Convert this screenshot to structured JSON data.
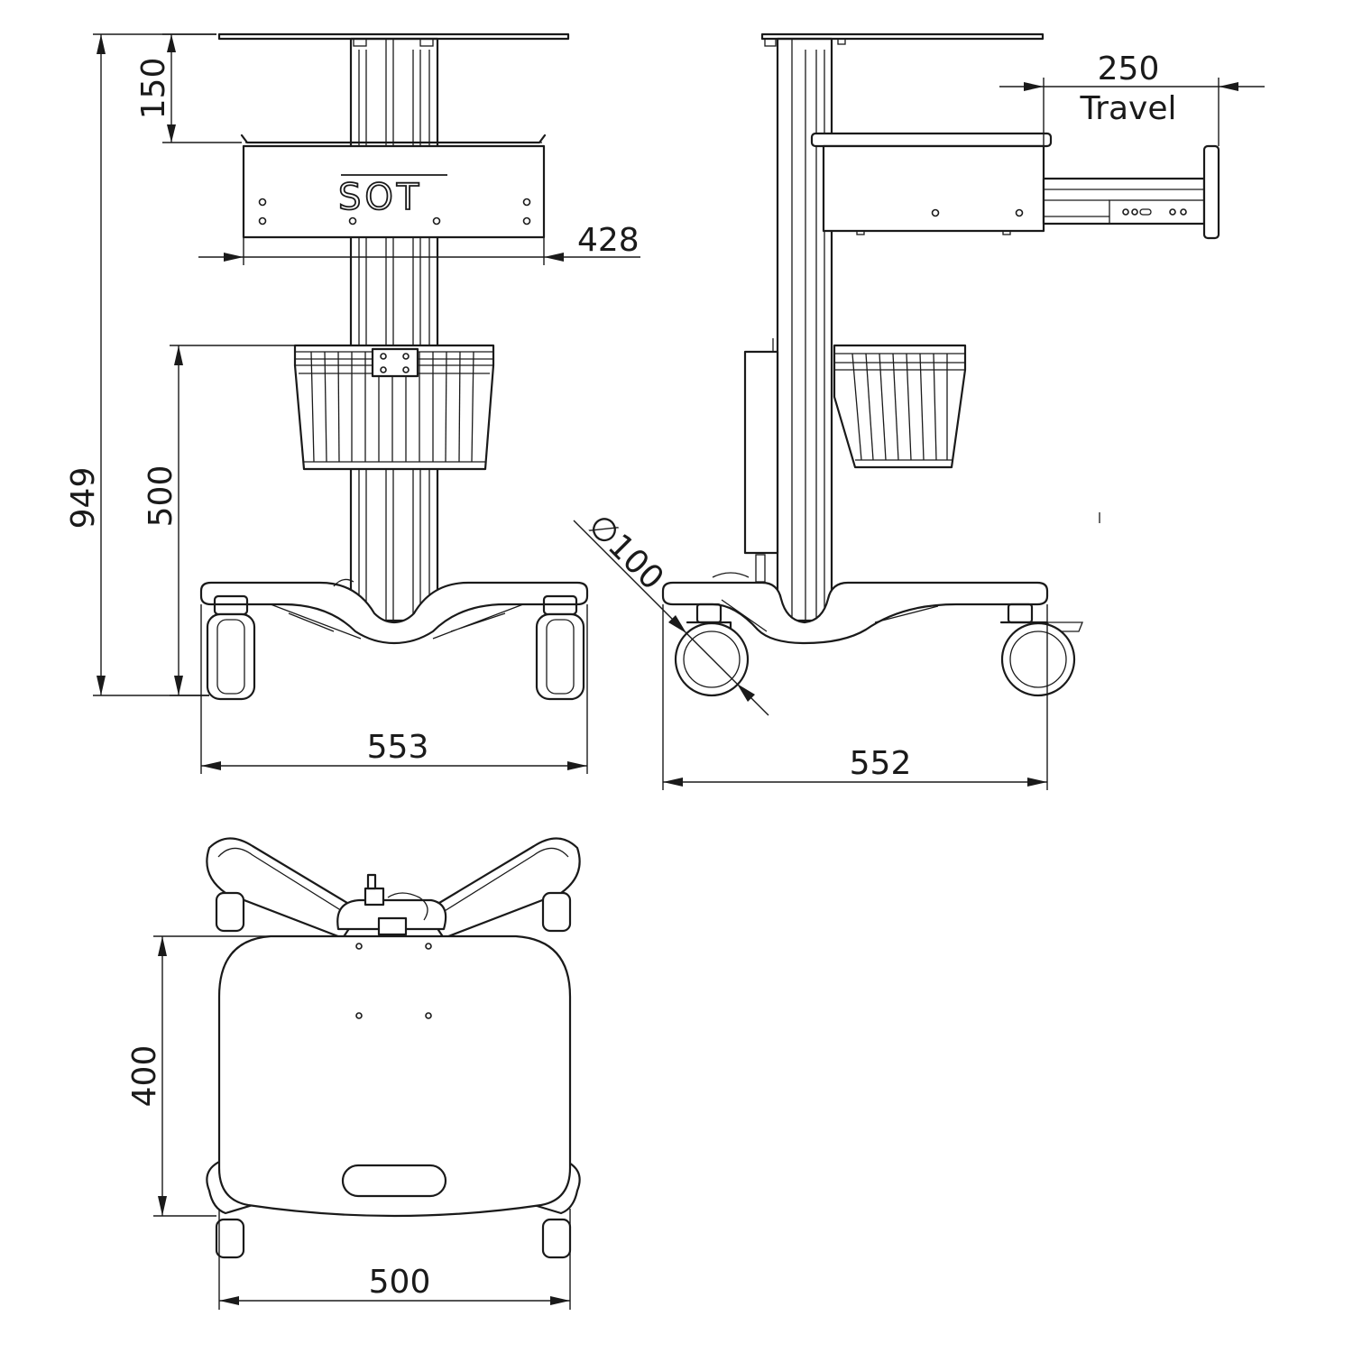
{
  "dimensions": {
    "overall_height": "949",
    "top_offset": "150",
    "basket_height": "500",
    "drawer_width": "428",
    "front_width": "553",
    "side_depth": "552",
    "drawer_travel_value": "250",
    "drawer_travel_label": "Travel",
    "wheel_diameter": "∅100",
    "plan_depth": "400",
    "plan_width": "500"
  },
  "branding": {
    "logo_text": "SOT"
  }
}
